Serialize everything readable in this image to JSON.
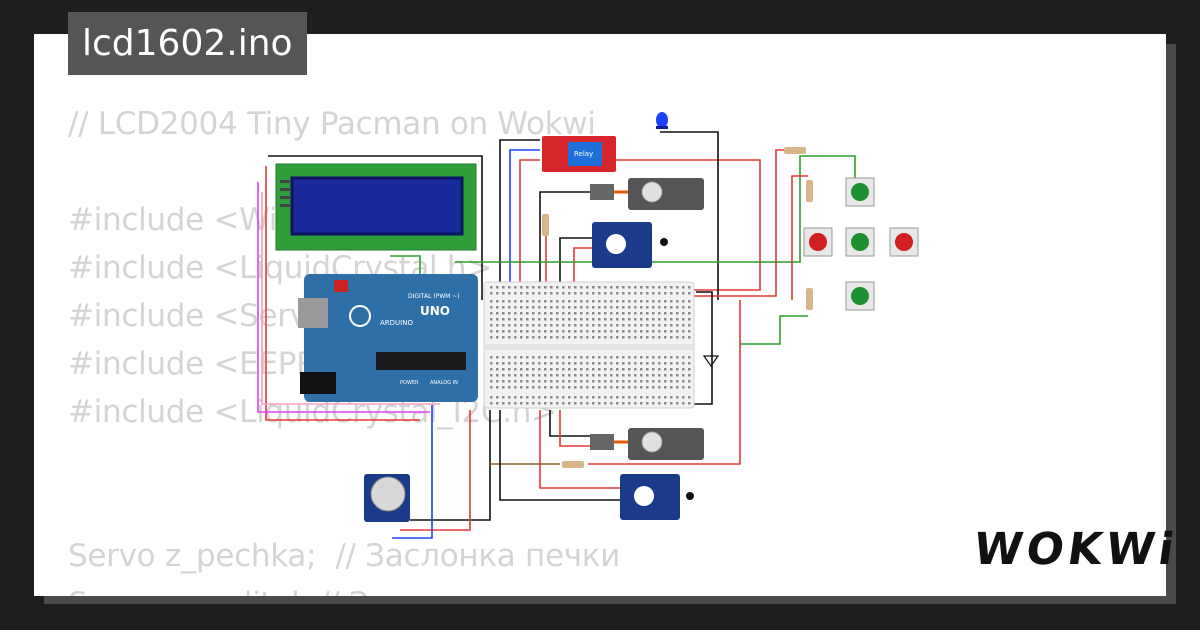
{
  "tab": {
    "filename": "lcd1602.ino"
  },
  "code_lines": [
    "// LCD2004 Tiny Pacman on Wokwi",
    "",
    "#include <Wire.h>",
    "#include <LiquidCrystal.h>",
    "#include <Servo.h>",
    "#include <EEPROM.h>",
    "#include <LiquidCrystal_I2C.h>",
    "",
    "",
    "Servo z_pechka;  // Заслонка печки",
    "Servo z_voditel; // Заслонка водителя"
  ],
  "circuit": {
    "relay_label": "Relay",
    "arduino_label": "UNO",
    "arduino_brand": "ARDUINO",
    "digital_header": "DIGITAL (PWM ~)",
    "analog_header": "ANALOG IN",
    "power_header": "POWER"
  },
  "brand": {
    "logo": "WOKWi"
  },
  "colors": {
    "wire_red": "#e53935",
    "wire_black": "#111111",
    "wire_green": "#2e9e2e",
    "wire_blue": "#1e40ff",
    "arduino": "#2f6fa8",
    "lcd": "#1a2a9a"
  }
}
